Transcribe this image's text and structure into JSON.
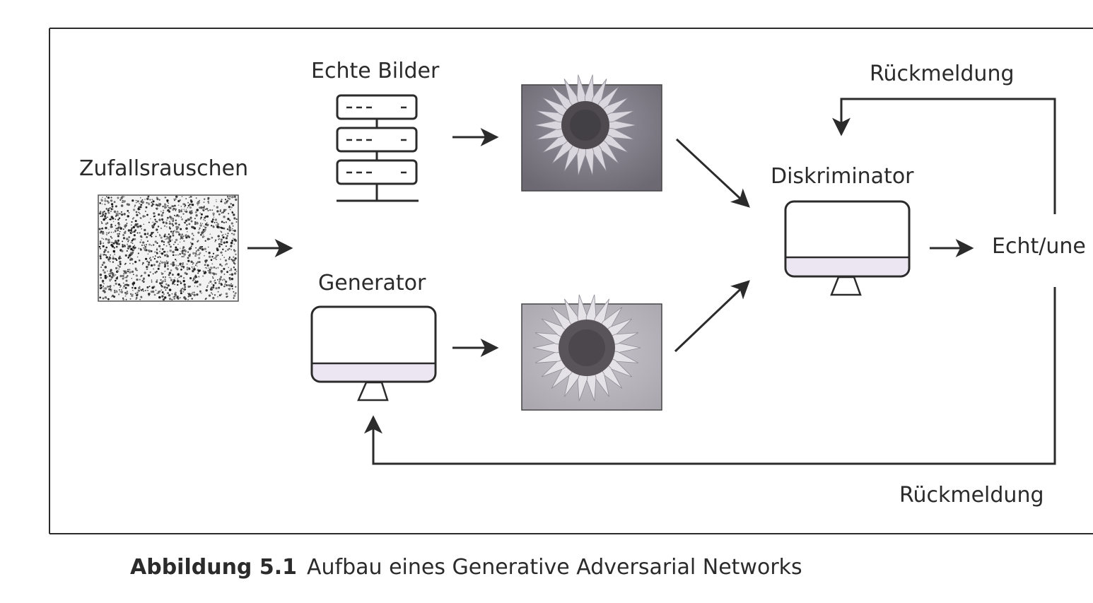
{
  "labels": {
    "real_images": "Echte Bilder",
    "random_noise": "Zufallsrauschen",
    "generator": "Generator",
    "discriminator": "Diskriminator",
    "output": "Echt/une",
    "feedback_top": "Rückmeldung",
    "feedback_bottom": "Rückmeldung"
  },
  "caption": {
    "number": "Abbildung 5.1",
    "text": "Aufbau eines Generative Adversarial Networks"
  },
  "icons": {
    "server": "server-icon",
    "generator_monitor": "monitor-icon",
    "discriminator_monitor": "monitor-icon"
  },
  "colors": {
    "ink": "#2b2b2b",
    "screen_tint": "#ece6f3"
  }
}
